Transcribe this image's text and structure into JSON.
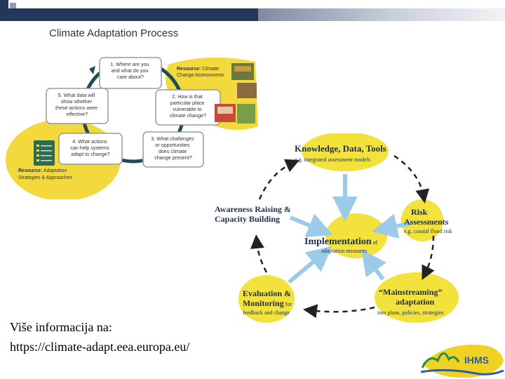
{
  "left_diagram": {
    "title": "Climate Adaptation Process",
    "steps": [
      {
        "lines": [
          "1. Where are you",
          "and what do you",
          "care about?"
        ]
      },
      {
        "lines": [
          "2. How is that",
          "particular place",
          "vulnerable to",
          "climate change?"
        ]
      },
      {
        "lines": [
          "3. What challenges",
          "or opportunities",
          "does climate",
          "change present?"
        ]
      },
      {
        "lines": [
          "4. What actions",
          "can help systems",
          "adapt to change?"
        ]
      },
      {
        "lines": [
          "5. What data will",
          "show whether",
          "these actions were",
          "effective?"
        ]
      }
    ],
    "resource_top": {
      "bold": "Resource:",
      "rest": " Climate",
      "line2": "Change Assessments"
    },
    "resource_bottom": {
      "bold": "Resource:",
      "rest": " Adaptation",
      "line2": "Strategies & Approaches"
    },
    "colors": {
      "yellow": "#f3d93c",
      "ring": "#1e4d54",
      "box_border": "#9a9a9a"
    }
  },
  "right_diagram": {
    "center_bold": "Implementation",
    "center_of": " of",
    "center_sub": "adaptation measures",
    "nodes": {
      "knowledge": {
        "title": "Knowledge, Data, Tools",
        "sub": "e.g. integrated assessment models"
      },
      "risk": {
        "title1": "Risk",
        "title2": "Assessments",
        "sub": "e.g. coastal flood risk"
      },
      "mainstreaming": {
        "title1": "“Mainstreaming”",
        "title2": "adaptation",
        "sub": "into plans, policies, strategies"
      },
      "evaluation": {
        "title1": "Evaluation &",
        "title2": "Monitoring",
        "for": " for",
        "sub": "feedback and change"
      },
      "awareness": {
        "title1": "Awareness Raising &",
        "title2": "Capacity Building"
      }
    },
    "colors": {
      "blob": "#f3e13c",
      "arrow": "#9ccbea",
      "text": "#1f2f4f"
    }
  },
  "footer": {
    "line1": "Više informacija na:",
    "line2": "https://climate-adapt.eea.europa.eu/"
  },
  "logo": {
    "text": "IHMS",
    "colors": {
      "green": "#2e8b3e",
      "blue": "#2a5fa8",
      "yellow": "#f0d224"
    }
  }
}
